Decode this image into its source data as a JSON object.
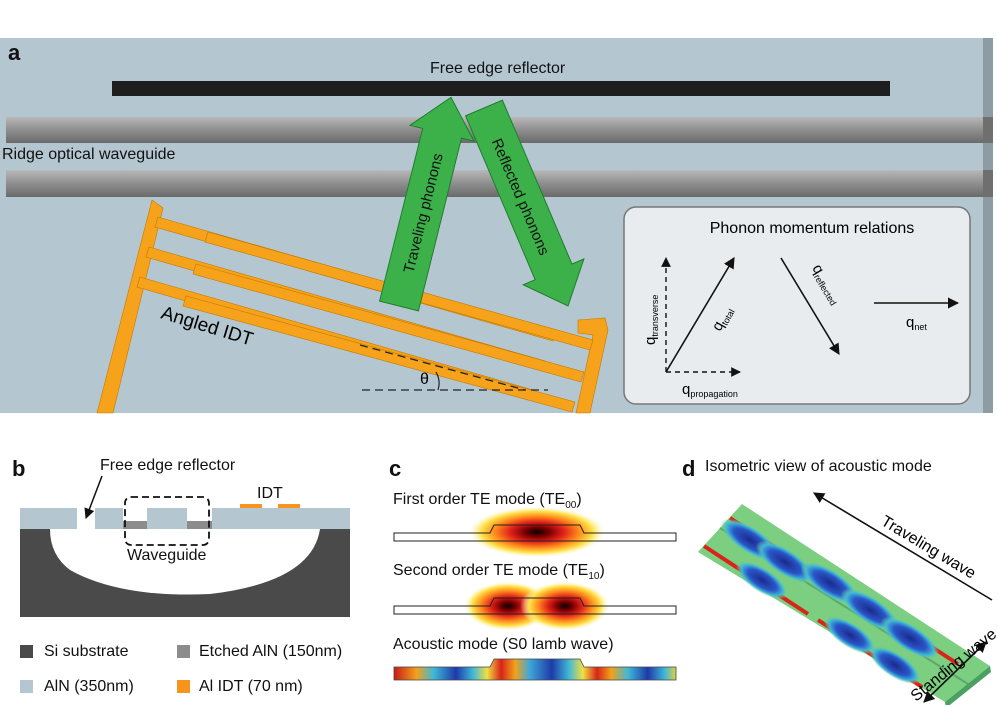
{
  "panel_a": {
    "letter": "a",
    "free_edge_reflector": "Free edge reflector",
    "ridge_waveguide": "Ridge optical waveguide",
    "traveling_phonons": "Traveling phonons",
    "reflected_phonons": "Reflected phonons",
    "angled_idt": "Angled IDT",
    "theta": "θ",
    "inset": {
      "title": "Phonon momentum relations",
      "q": "q",
      "sub_transverse": "transverse",
      "sub_total": "total",
      "sub_reflected": "reflected",
      "sub_net": "net",
      "sub_propagation": "propagation"
    },
    "colors": {
      "substrate": "#b4c7d1",
      "idt": "#f7a21b",
      "arrow": "#3cb14a",
      "reflector": "#1e1e1e"
    }
  },
  "panel_b": {
    "letter": "b",
    "free_edge_reflector": "Free edge reflector",
    "idt": "IDT",
    "waveguide": "Waveguide",
    "legend": [
      {
        "label": "Si substrate",
        "color": "#4a4a4a"
      },
      {
        "label": "Etched AlN (150nm)",
        "color": "#8c8c8c"
      },
      {
        "label": "AlN (350nm)",
        "color": "#b4c7d1"
      },
      {
        "label": "Al IDT (70 nm)",
        "color": "#f7941d"
      }
    ]
  },
  "panel_c": {
    "letter": "c",
    "mode1_label": "First order TE mode (TE",
    "mode1_sub": "00",
    "mode2_label": "Second order TE mode (TE",
    "mode2_sub": "10",
    "close_paren": ")",
    "mode3_label": "Acoustic mode (S0 lamb wave)"
  },
  "panel_d": {
    "letter": "d",
    "title": "Isometric view of acoustic mode",
    "traveling_wave": "Traveling wave",
    "standing_wave": "Standing wave"
  }
}
